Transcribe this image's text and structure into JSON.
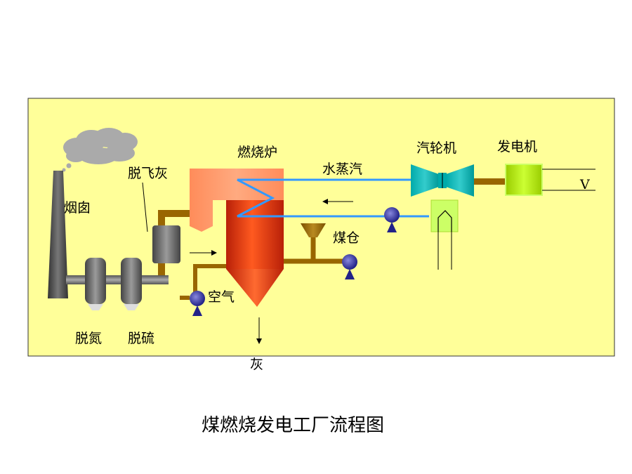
{
  "labels": {
    "chimney": "烟囱",
    "fly_ash_removal": "脱飞灰",
    "furnace": "燃烧炉",
    "steam": "水蒸汽",
    "turbine": "汽轮机",
    "generator": "发电机",
    "voltage": "V",
    "coal_bin": "煤仓",
    "air": "空气",
    "ash": "灰",
    "denitrification": "脱氮",
    "desulfurization": "脱硫"
  },
  "caption": "煤燃烧发电工厂流程图",
  "colors": {
    "panel": "#ffff99",
    "furnace_top": "#ff9966",
    "furnace_body": "#e83a10",
    "pipe_duct": "#996600",
    "steam_pipe": "#3399ff",
    "turbine": "#009999",
    "generator": "#99cc00",
    "condenser": "#ccff66",
    "pump": "#333399",
    "equipment_gray": "#777777",
    "chimney": "#555555",
    "smoke": "#aaaaaa"
  }
}
